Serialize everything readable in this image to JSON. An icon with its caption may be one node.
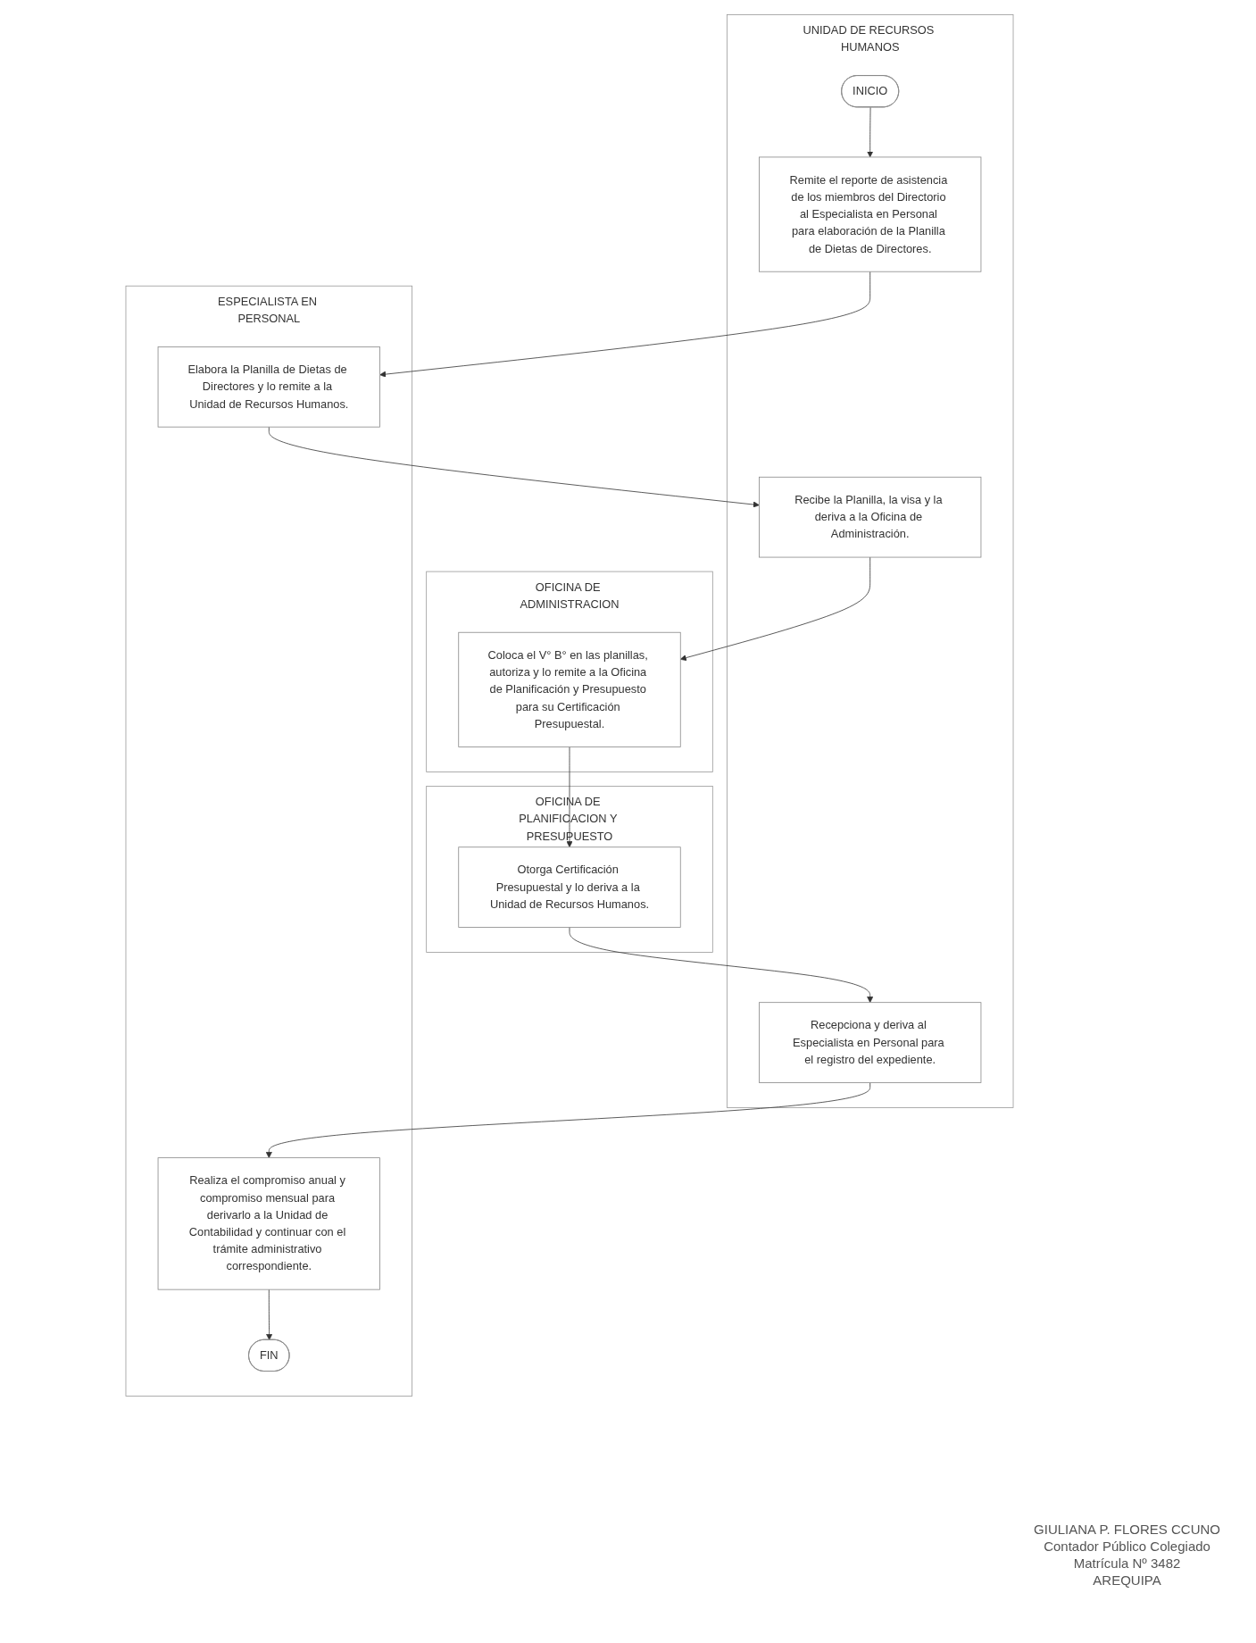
{
  "diagram": {
    "nodes": [
      {
        "text": [
          "UNIDAD DE RECURSOS HUMANOS"
        ]
      },
      {
        "text": [
          "ESPECIALISTA EN PERSONAL"
        ]
      },
      {
        "text": [
          "OFICINA DE ADMINISTRACION"
        ]
      },
      {
        "text": [
          "OFICINA DE PLANIFICACION Y PRESUPUESTO"
        ]
      },
      {
        "text": [
          "INICIO"
        ],
        "in": 0
      },
      {
        "text": [
          "Remite el reporte de asistencia de los miembros del Directorio al Especialista en Personal para elaboración de la Planilla de Dietas de Directores."
        ],
        "in": 0
      },
      {
        "text": [
          "Elabora la Planilla de Dietas de Directores y lo remite a la Unidad de Recursos Humanos."
        ],
        "in": 1
      },
      {
        "text": [
          "Recibe la Planilla, la visa y la deriva a la Oficina de Administración."
        ],
        "in": 0
      },
      {
        "text": [
          "Coloca el V° B° en las planillas, autoriza y lo remite a la Oficina de Planificación y Presupuesto para su Certificación Presupuestal."
        ],
        "in": 2
      },
      {
        "text": [
          "Otorga Certificación Presupuestal y lo deriva a la Unidad de Recursos Humanos."
        ],
        "in": 3
      },
      {
        "text": [
          "Recepciona y deriva al Especialista en Personal para el registro del expediente."
        ],
        "in": 0
      },
      {
        "text": [
          "Realiza el compromiso anual y compromiso mensual para derivarlo a la Unidad de Contabilidad y continuar con el trámite administrativo correspondiente."
        ],
        "in": 1
      },
      {
        "text": [
          "FIN"
        ],
        "in": 1
      }
    ],
    "edges": [
      {
        "from": 4,
        "to": 5,
        "arrow": "to"
      },
      {
        "from": 5,
        "to": 6,
        "arrow": "to"
      },
      {
        "from": 6,
        "to": 7,
        "arrow": "to"
      },
      {
        "from": 7,
        "to": 8,
        "arrow": "to"
      },
      {
        "from": 8,
        "to": 9,
        "arrow": "to"
      },
      {
        "from": 9,
        "to": 10,
        "arrow": "to"
      },
      {
        "from": 10,
        "to": 11,
        "arrow": "to"
      },
      {
        "from": 11,
        "to": 12,
        "arrow": "to"
      }
    ],
    "labels": [
      "GIULIANA P. FLORES CCUNO",
      "Contador Público Colegiado",
      "Matrícula Nº 3482",
      "AREQUIPA"
    ]
  }
}
